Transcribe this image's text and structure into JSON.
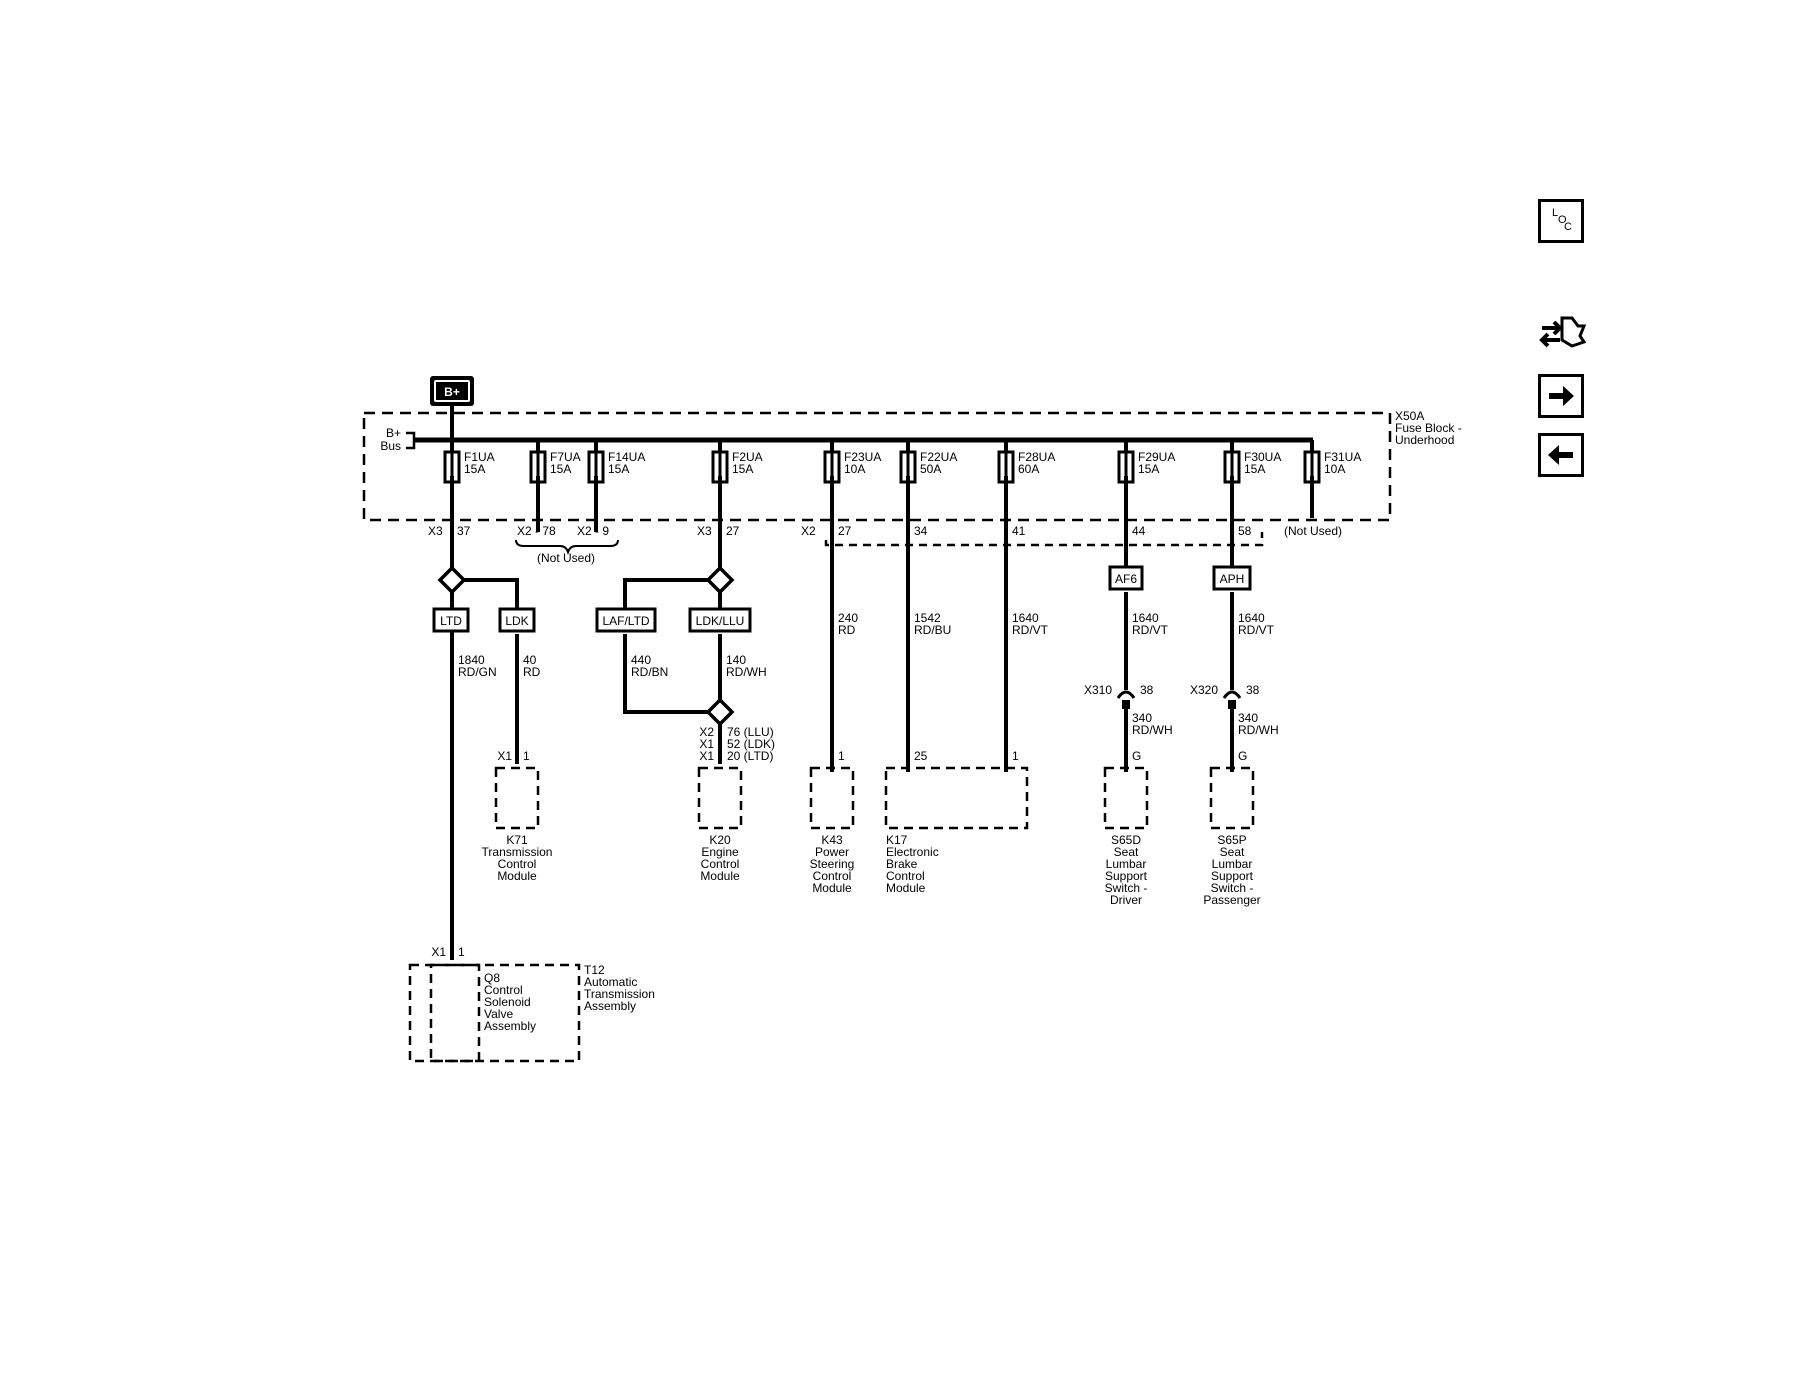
{
  "power_source": "B+",
  "fuse_block": {
    "ref": "X50A",
    "name": "Fuse Block -",
    "name2": "Underhood",
    "bus_label": "B+",
    "bus_label2": "Bus"
  },
  "fuses": [
    {
      "name": "F1UA",
      "rating": "15A"
    },
    {
      "name": "F7UA",
      "rating": "15A"
    },
    {
      "name": "F14UA",
      "rating": "15A"
    },
    {
      "name": "F2UA",
      "rating": "15A"
    },
    {
      "name": "F23UA",
      "rating": "10A"
    },
    {
      "name": "F22UA",
      "rating": "50A"
    },
    {
      "name": "F28UA",
      "rating": "60A"
    },
    {
      "name": "F29UA",
      "rating": "15A"
    },
    {
      "name": "F30UA",
      "rating": "15A"
    },
    {
      "name": "F31UA",
      "rating": "10A"
    }
  ],
  "pins": {
    "x3_37": "X3",
    "p37": "37",
    "x2_78": "X2 - 78",
    "x2_9": "X2 - 9",
    "not_used_1": "(Not Used)",
    "x3_27": "X3",
    "p27a": "27",
    "x2_27": "X2",
    "p27b": "27",
    "p34": "34",
    "p41": "41",
    "p44": "44",
    "p58": "58",
    "not_used_2": "(Not Used)"
  },
  "options": {
    "ltd": "LTD",
    "ldk": "LDK",
    "laf_ltd": "LAF/LTD",
    "ldk_llu": "LDK/LLU",
    "af6": "AF6",
    "aph": "APH"
  },
  "wires": {
    "w1": [
      "1840",
      "RD/GN"
    ],
    "w2": [
      "40",
      "RD"
    ],
    "w3": [
      "440",
      "RD/BN"
    ],
    "w4": [
      "140",
      "RD/WH"
    ],
    "w5": [
      "240",
      "RD"
    ],
    "w6": [
      "1542",
      "RD/BU"
    ],
    "w7": [
      "1640",
      "RD/VT"
    ],
    "w8": [
      "1640",
      "RD/VT"
    ],
    "w9": [
      "1640",
      "RD/VT"
    ],
    "w10": [
      "340",
      "RD/WH"
    ],
    "w11": [
      "340",
      "RD/WH"
    ]
  },
  "k20_pins": [
    "X2",
    "76 (LLU)",
    "X1",
    "52 (LDK)",
    "X1",
    "20 (LTD)"
  ],
  "inline": {
    "x310": "X310",
    "x310_pin": "38",
    "x320": "X320",
    "x320_pin": "38"
  },
  "module_pins": {
    "k71_conn": "X1",
    "k71_pin": "1",
    "k43_pin": "1",
    "k17_pin25": "25",
    "k17_pin1": "1",
    "s65d_pin": "G",
    "s65p_pin": "G",
    "t12_conn": "X1",
    "t12_pin": "1"
  },
  "modules": {
    "k71": [
      "K71",
      "Transmission",
      "Control",
      "Module"
    ],
    "k20": [
      "K20",
      "Engine",
      "Control",
      "Module"
    ],
    "k43": [
      "K43",
      "Power",
      "Steering",
      "Control",
      "Module"
    ],
    "k17": [
      "K17",
      "Electronic",
      "Brake",
      "Control",
      "Module"
    ],
    "s65d": [
      "S65D",
      "Seat",
      "Lumbar",
      "Support",
      "Switch -",
      "Driver"
    ],
    "s65p": [
      "S65P",
      "Seat",
      "Lumbar",
      "Support",
      "Switch -",
      "Passenger"
    ],
    "q8": [
      "Q8",
      "Control",
      "Solenoid",
      "Valve",
      "Assembly"
    ],
    "t12": [
      "T12",
      "Automatic",
      "Transmission",
      "Assembly"
    ]
  },
  "nav": {
    "loc_l": "L",
    "loc_o": "O",
    "loc_c": "C",
    "icons": [
      "loc-icon",
      "connector-icon",
      "arrow-right-icon",
      "arrow-left-icon"
    ]
  }
}
